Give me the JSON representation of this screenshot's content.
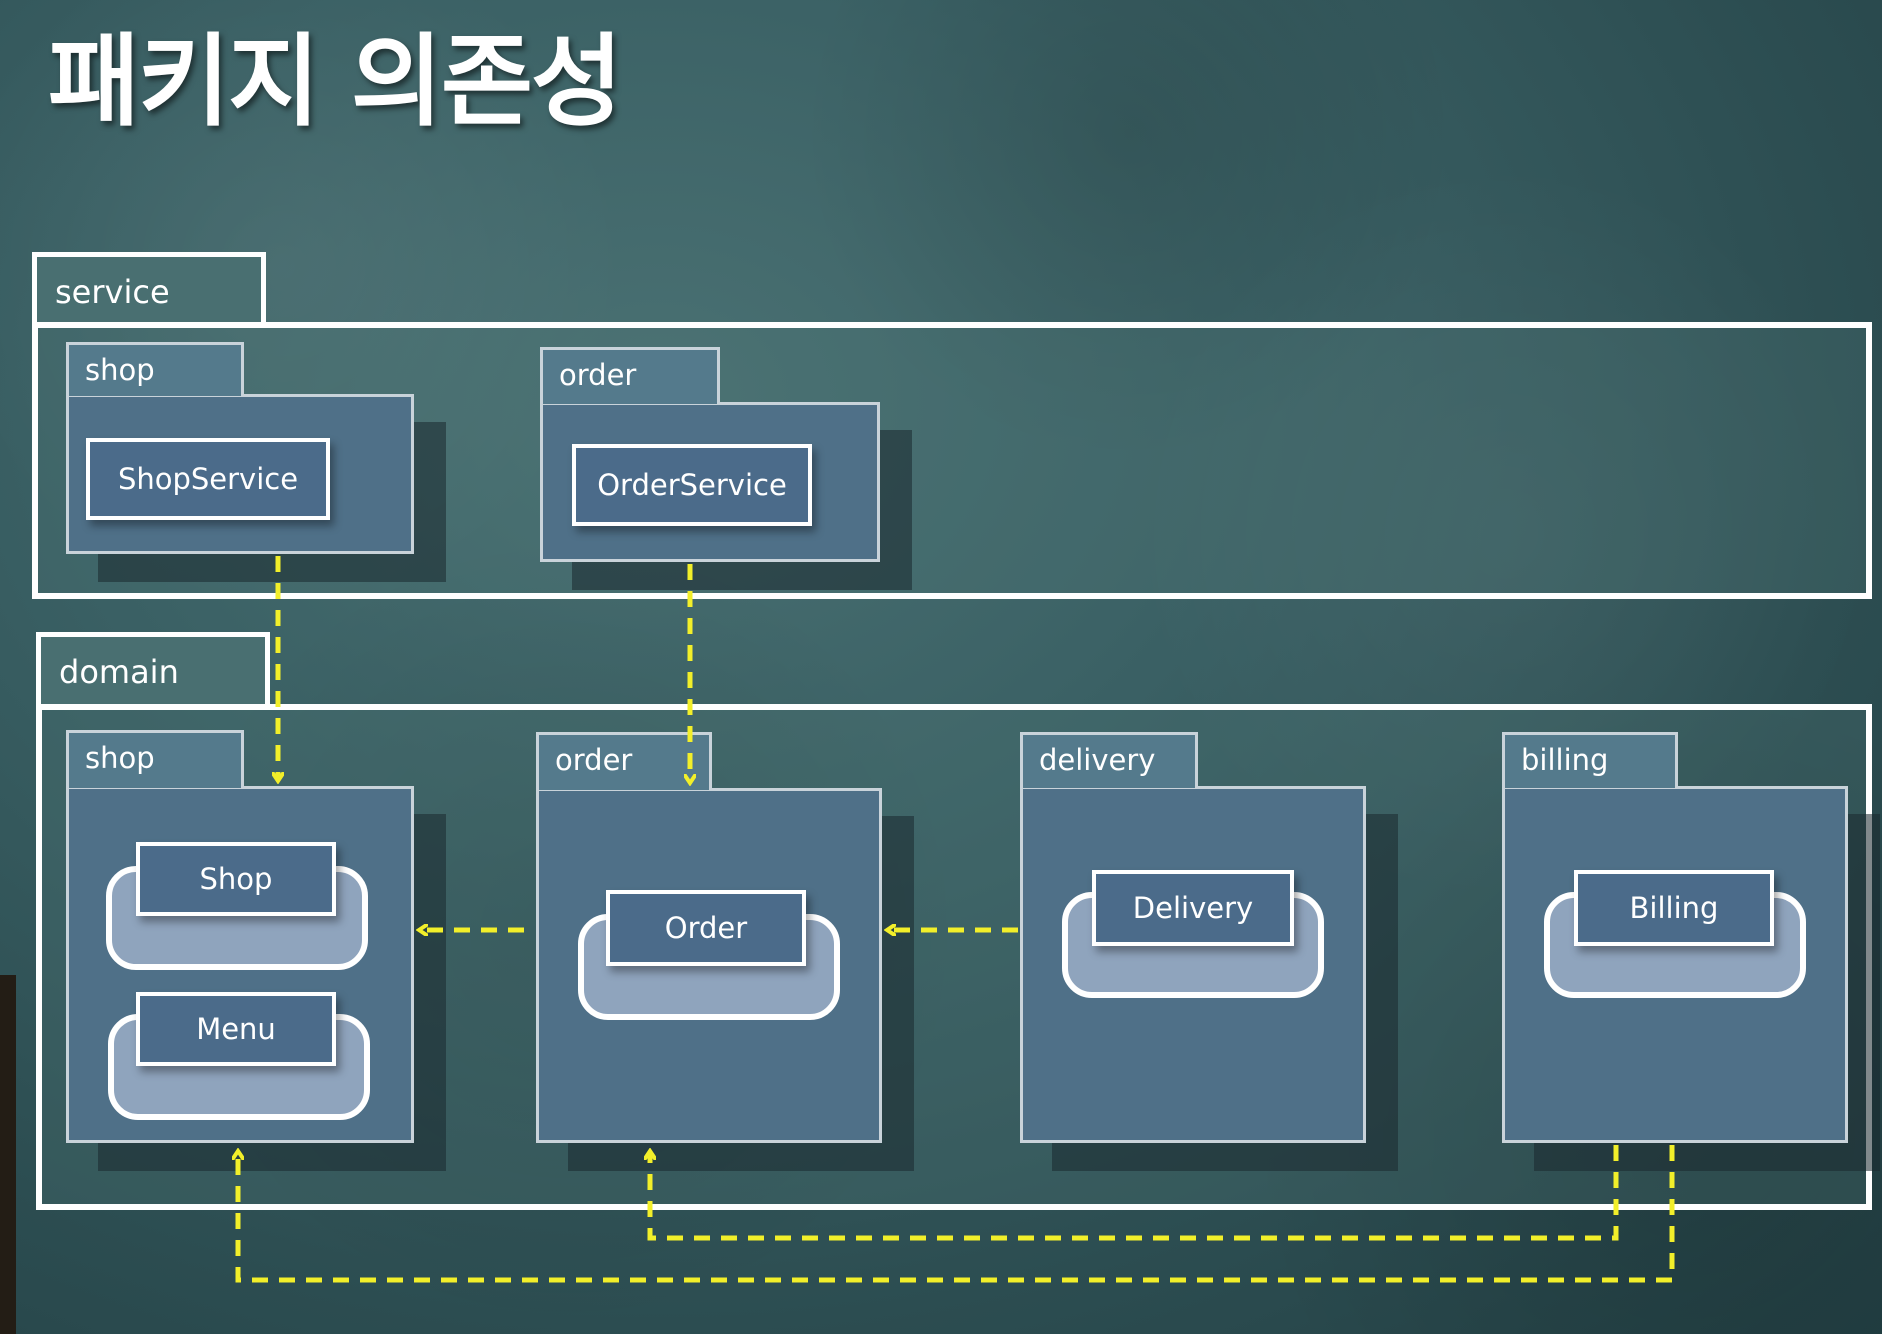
{
  "title": "패키지 의존성",
  "service": {
    "label": "service",
    "packages": [
      {
        "tab": "shop",
        "classes": [
          "ShopService"
        ]
      },
      {
        "tab": "order",
        "classes": [
          "OrderService"
        ]
      }
    ]
  },
  "domain": {
    "label": "domain",
    "packages": [
      {
        "tab": "shop",
        "classes": [
          "Shop",
          "Menu"
        ]
      },
      {
        "tab": "order",
        "classes": [
          "Order"
        ]
      },
      {
        "tab": "delivery",
        "classes": [
          "Delivery"
        ]
      },
      {
        "tab": "billing",
        "classes": [
          "Billing"
        ]
      }
    ]
  },
  "colors": {
    "arrow": "#f2ef2a",
    "frame": "#ffffff",
    "package": "#4f7088"
  }
}
